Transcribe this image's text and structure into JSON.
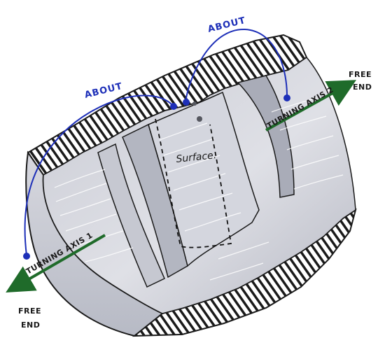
{
  "labels": {
    "about_1": "ABOUT",
    "about_2": "ABOUT",
    "turning_axis_1": "TURNING AXIS 1",
    "turning_axis_2": "TURNING AXIS 2",
    "free_end_left_line1": "FREE",
    "free_end_left_line2": "END",
    "free_end_right_line1": "FREE",
    "free_end_right_line2": "END",
    "surface": "Surface."
  },
  "colors": {
    "annotation_blue": "#1d2fb8",
    "axis_green": "#1f6b2a",
    "hatch": "#1a1a1a",
    "body_light": "#dcdde4",
    "body_mid": "#c3c5cf",
    "body_dark": "#9ea1ad"
  }
}
